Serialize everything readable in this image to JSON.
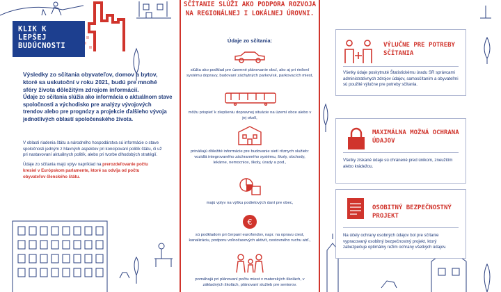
{
  "hero": {
    "badge": "KLIK K LEPŠEJ BUDÚCNOSTI"
  },
  "left": {
    "intro_line_1": "Výsledky zo sčítania obyvateľov, domov a bytov, ktoré sa uskutoční v roku 2021, budú pre mnohé sféry života dôležitým zdrojom informácií.",
    "intro_line_2": "Údaje zo sčítania slúžia ako informácia o aktuálnom stave spoločnosti a východisko pre analýzy vývojových trendov alebo pre prognózy a projekcie ďalšieho vývoja jednotlivých oblastí spoločenského života.",
    "para_1": "V oblasti riadenia štátu a národného hospodárstva sú informácie o stave spoločnosti jedným z hlavných aspektov pri koncipovaní politík štátu, či už pri nastavovaní aktuálnych politík, alebo pri tvorbe dlhodobých stratégií.",
    "para_2_start": "Údaje zo sčítania majú vplyv napríklad na ",
    "para_2_highlight": "prerozdeľovanie počtu kresiel v Európskom parlamente, ktoré sa odvíja od počtu obyvateľov členského štátu.",
    "para_2_end": ""
  },
  "center": {
    "title": "SČÍTANIE SLÚŽI AKO PODPORA ROZVOJA NA REGIONÁLNEJ I LOKÁLNEJ ÚROVNI.",
    "subtitle": "Údaje zo sčítania:",
    "items": [
      "slúžia ako podklad pre územné plánovanie obcí, ako aj pri riešení systému dopravy, budovaní záchytných parkovísk, parkovacích miest,",
      "môžu prispieť k zlepšeniu dopravnej situácie na území obce alebo v jej okolí,",
      "prinášajú dôležité informácie pre budovanie sietí rôznych služieb: vozidlá integrovaného záchranného systému, školy, obchody, lekárne, nemocnice, školy, úrady a pod.,",
      "majú vplyv na výšku podielových daní pre obec,",
      "sú podkladom pri čerpaní eurofondov, napr. na opravu ciest, kanalizáciu, podporu voľnočasových aktivít, cestovného ruchu atď.,",
      "pomáhajú pri plánovaní počtu miest v materských školách, v základných školách, plánovaní služieb pre seniorov."
    ]
  },
  "right": {
    "cards": [
      {
        "title": "VÝLUČNE PRE POTREBY SČÍTANIA",
        "text": "Všetky údaje poskytnuté Štatistickému úradu SR správcami administratívnych zdrojov údajov, samosčítaním a obyvateľmi sú použité výlučne pre potreby sčítania."
      },
      {
        "title": "MAXIMÁLNA MOŽNÁ OCHRANA ÚDAJOV",
        "text": "Všetky získané údaje sú chránené pred únikom, zneužitím alebo krádežou."
      },
      {
        "title": "OSOBITNÝ BEZPEČNOSTNÝ PROJEKT",
        "text": "Na účely ochrany osobných údajov bol pre sčítanie vypracovaný osobitný bezpečnostný projekt, ktorý zabezpečuje optimálny režim ochrany všetkých údajov."
      }
    ]
  },
  "colors": {
    "accent_red": "#d0342c",
    "navy": "#1d3f8f"
  }
}
